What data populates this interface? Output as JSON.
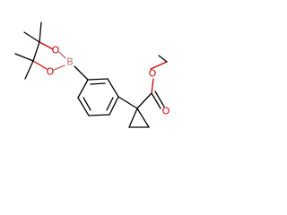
{
  "molecule": {
    "atoms": {
      "boron": "B",
      "ring_oxygen_top": "O",
      "ring_oxygen_bottom": "O",
      "ester_oxygen_alkoxy": "O",
      "ester_oxygen_carbonyl": "O"
    },
    "colors": {
      "oxygen": "#d40000",
      "boron": "#c1706a",
      "bond": "#000000",
      "background": "#ffffff"
    }
  }
}
